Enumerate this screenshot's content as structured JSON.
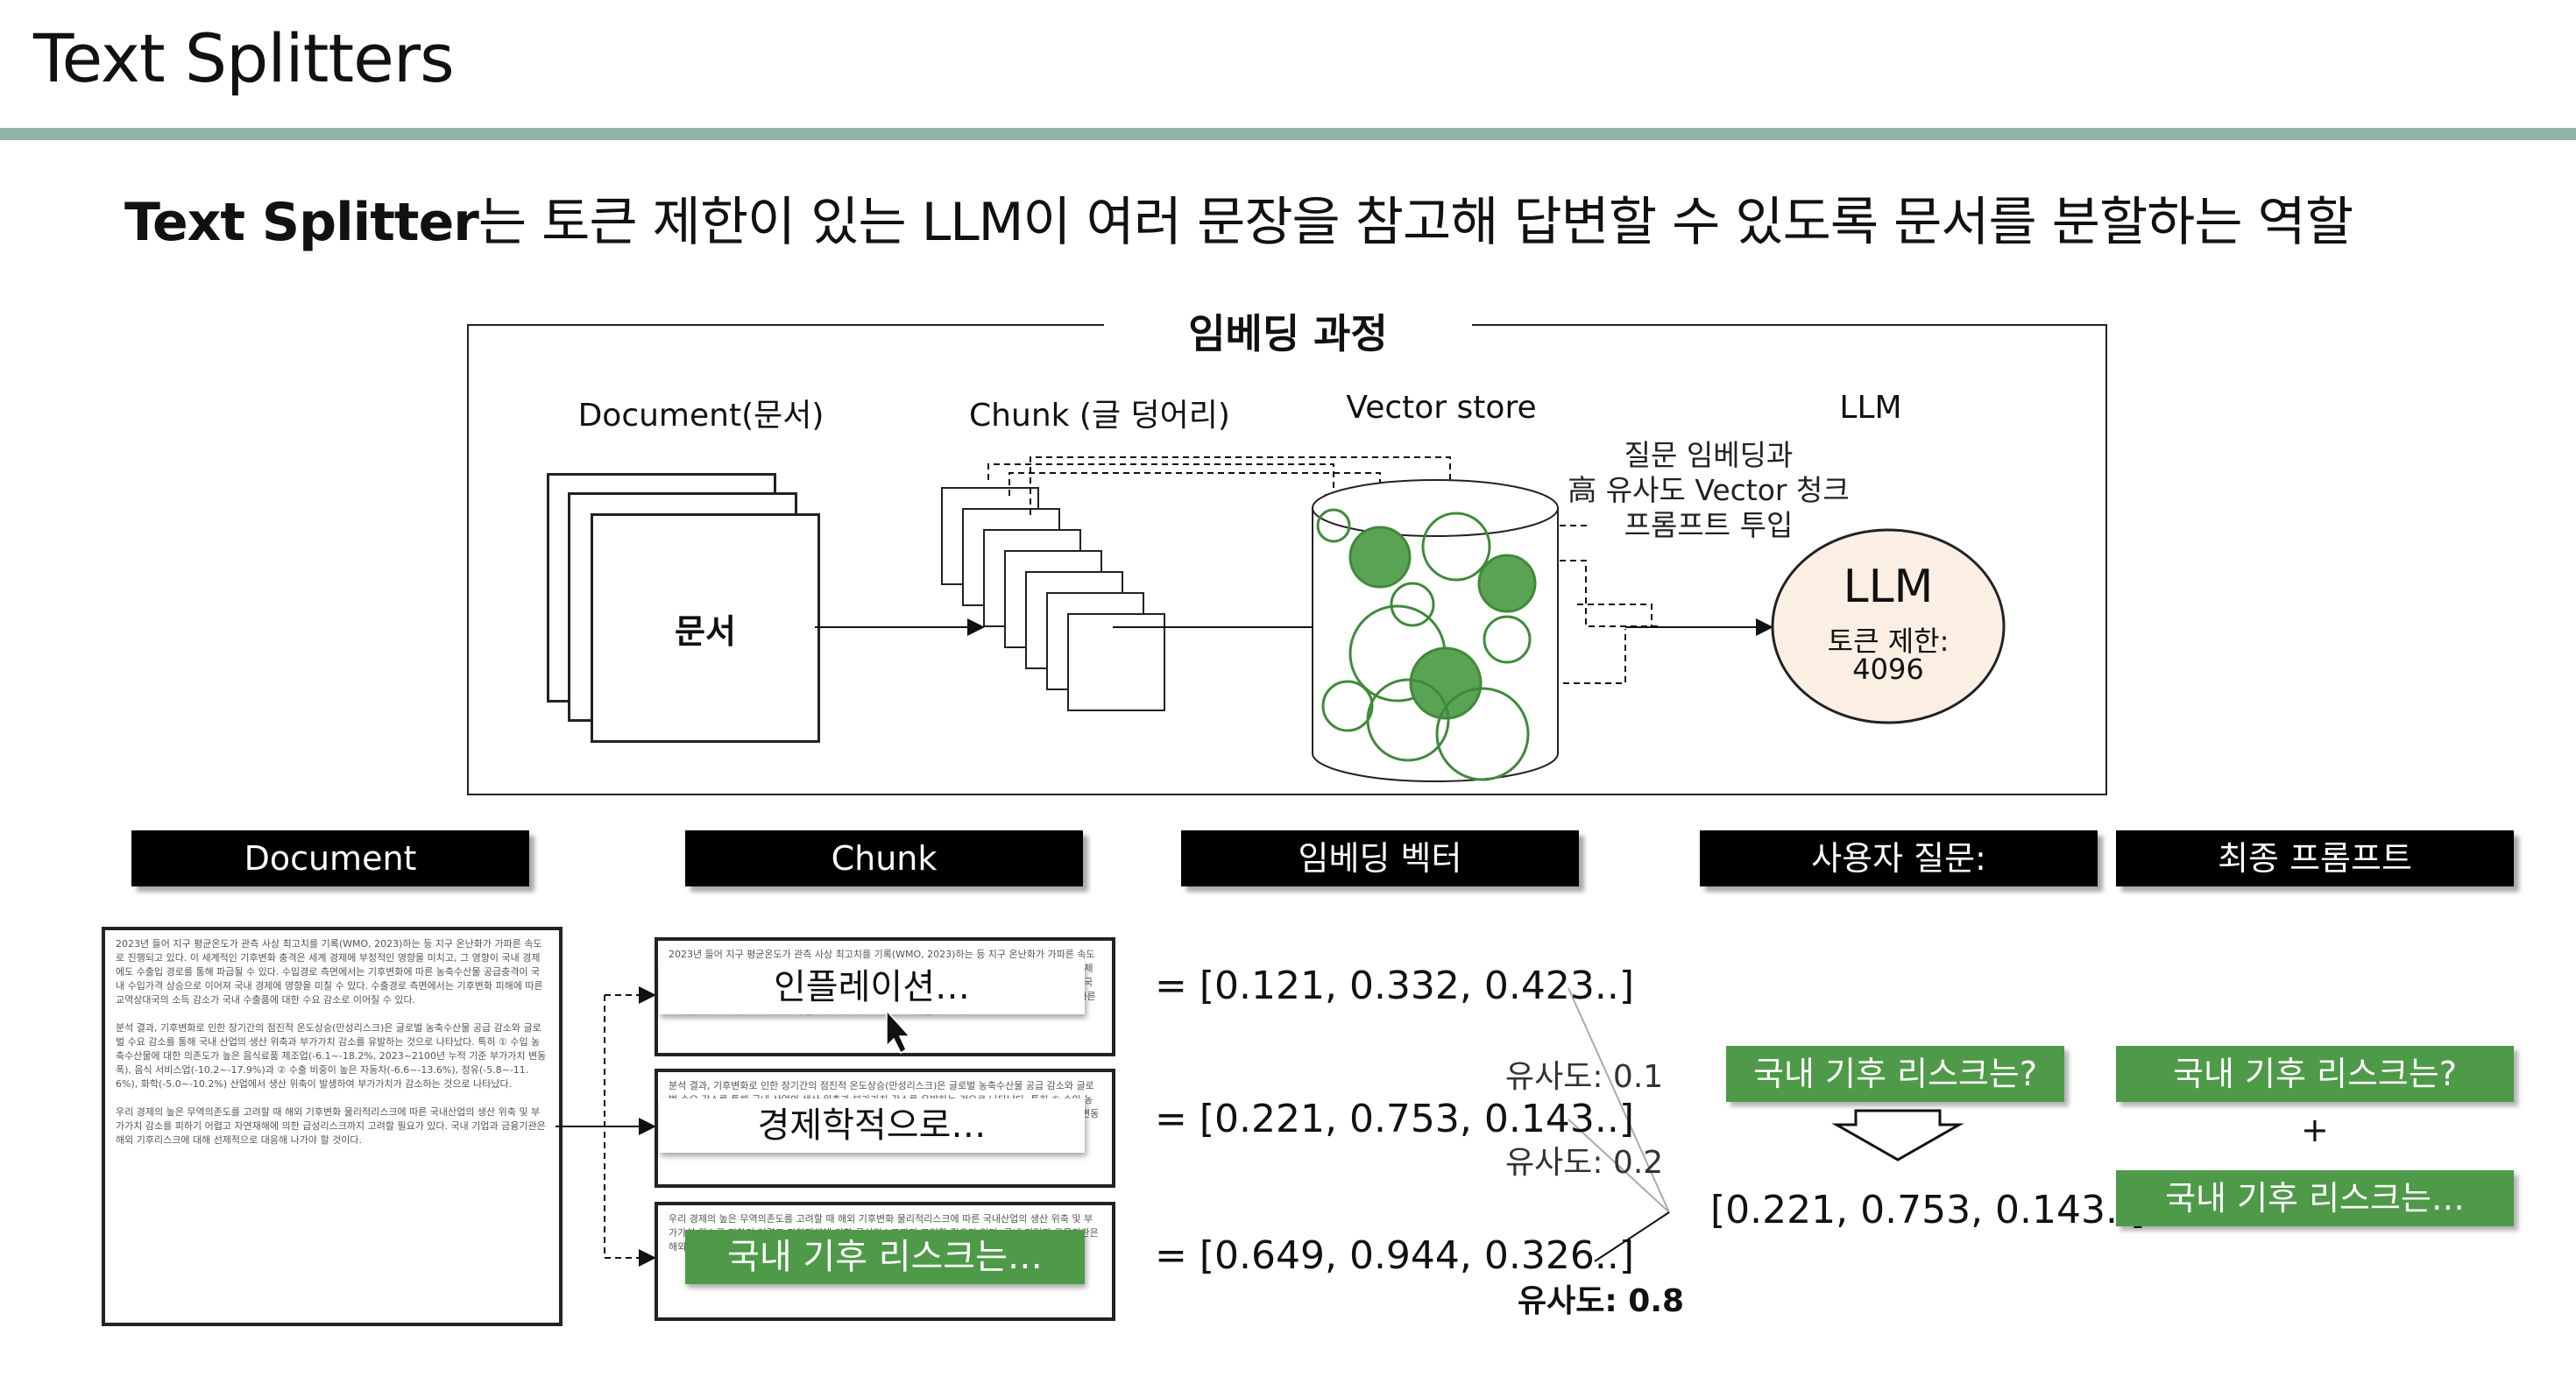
{
  "slide": {
    "title": "Text Splitters",
    "subtitle_bold": "Text Splitter",
    "subtitle_rest": "는 토큰 제한이 있는 LLM이 여러 문장을 참고해 답변할 수 있도록 문서를 분할하는 역할"
  },
  "diagram": {
    "title": "임베딩 과정",
    "columns": [
      "Document(문서)",
      "Chunk (글 덩어리)",
      "Vector store",
      "LLM"
    ],
    "doc_label": "문서",
    "note": [
      "질문 임베딩과",
      "高 유사도 Vector 청크",
      "프롬프트 투입"
    ],
    "llm_title": "LLM",
    "llm_limit_label": "토큰 제한:",
    "llm_limit_value": "4096"
  },
  "bottom": {
    "headers": [
      "Document",
      "Chunk",
      "임베딩 벡터",
      "사용자 질문:",
      "최종 프롬프트"
    ],
    "doc_paragraphs": [
      "2023년 들어 지구 평균온도가 관측 사상 최고치를 기록(WMO, 2023)하는 등 지구 온난화가 가파른 속도로 진행되고 있다. 이 세계적인 기후변화 충격은 세계 경제에 부정적인 영향을 미치고, 그 영향이 국내 경제에도 수출입 경로를 통해 파급될 수 있다. 수입경로 측면에서는 기후변화에 따른 농축수산물 공급충격이 국내 수입가격 상승으로 이어져 국내 경제에 영향을 미칠 수 있다. 수출경로 측면에서는 기후변화 피해에 따른 교역상대국의 소득 감소가 국내 수출품에 대한 수요 감소로 이어질 수 있다.",
      "분석 결과, 기후변화로 인한 장기간의 점진적 온도상승(만성리스크)은 글로벌 농축수산물 공급 감소와 글로벌 수요 감소를 통해 국내 산업의 생산 위축과 부가가치 감소를 유발하는 것으로 나타났다. 특히 ① 수입 농축수산물에 대한 의존도가 높은 음식료품 제조업(-6.1~-18.2%, 2023~2100년 누적 기준 부가가치 변동폭), 음식 서비스업(-10.2~-17.9%)과 ② 수출 비중이 높은 자동차(-6.6~-13.6%), 정유(-5.8~-11.6%), 화학(-5.0~-10.2%) 산업에서 생산 위축이 발생하여 부가가치가 감소하는 것으로 나타났다.",
      "우리 경제의 높은 무역의존도를 고려할 때 해외 기후변화 물리적리스크에 따른 국내산업의 생산 위축 및 부가가치 감소를 피하기 어렵고 자연재해에 의한 급성리스크까지 고려할 필요가 있다. 국내 기업과 금융기관은 해외 기후리스크에 대해 선제적으로 대응해 나가야 할 것이다."
    ],
    "chunks": [
      "인플레이션…",
      "경제학적으로…",
      "국내 기후 리스크는…"
    ],
    "vectors": [
      "= [0.121, 0.332, 0.423..]",
      "= [0.221, 0.753, 0.143..]",
      "= [0.649, 0.944, 0.326..]"
    ],
    "similarities": [
      "유사도: 0.1",
      "유사도: 0.2",
      "유사도: 0.8"
    ],
    "question": "국내 기후 리스크는?",
    "question_vector": "[0.221, 0.753, 0.143..]",
    "final_prompt_question": "국내 기후 리스크는?",
    "plus": "+",
    "final_prompt_chunk": "국내 기후 리스크는…"
  },
  "colors": {
    "rule": "#8fb3a5",
    "green": "#4e9a48",
    "llm_fill": "#fbeee3",
    "label_bg": "#000000"
  }
}
